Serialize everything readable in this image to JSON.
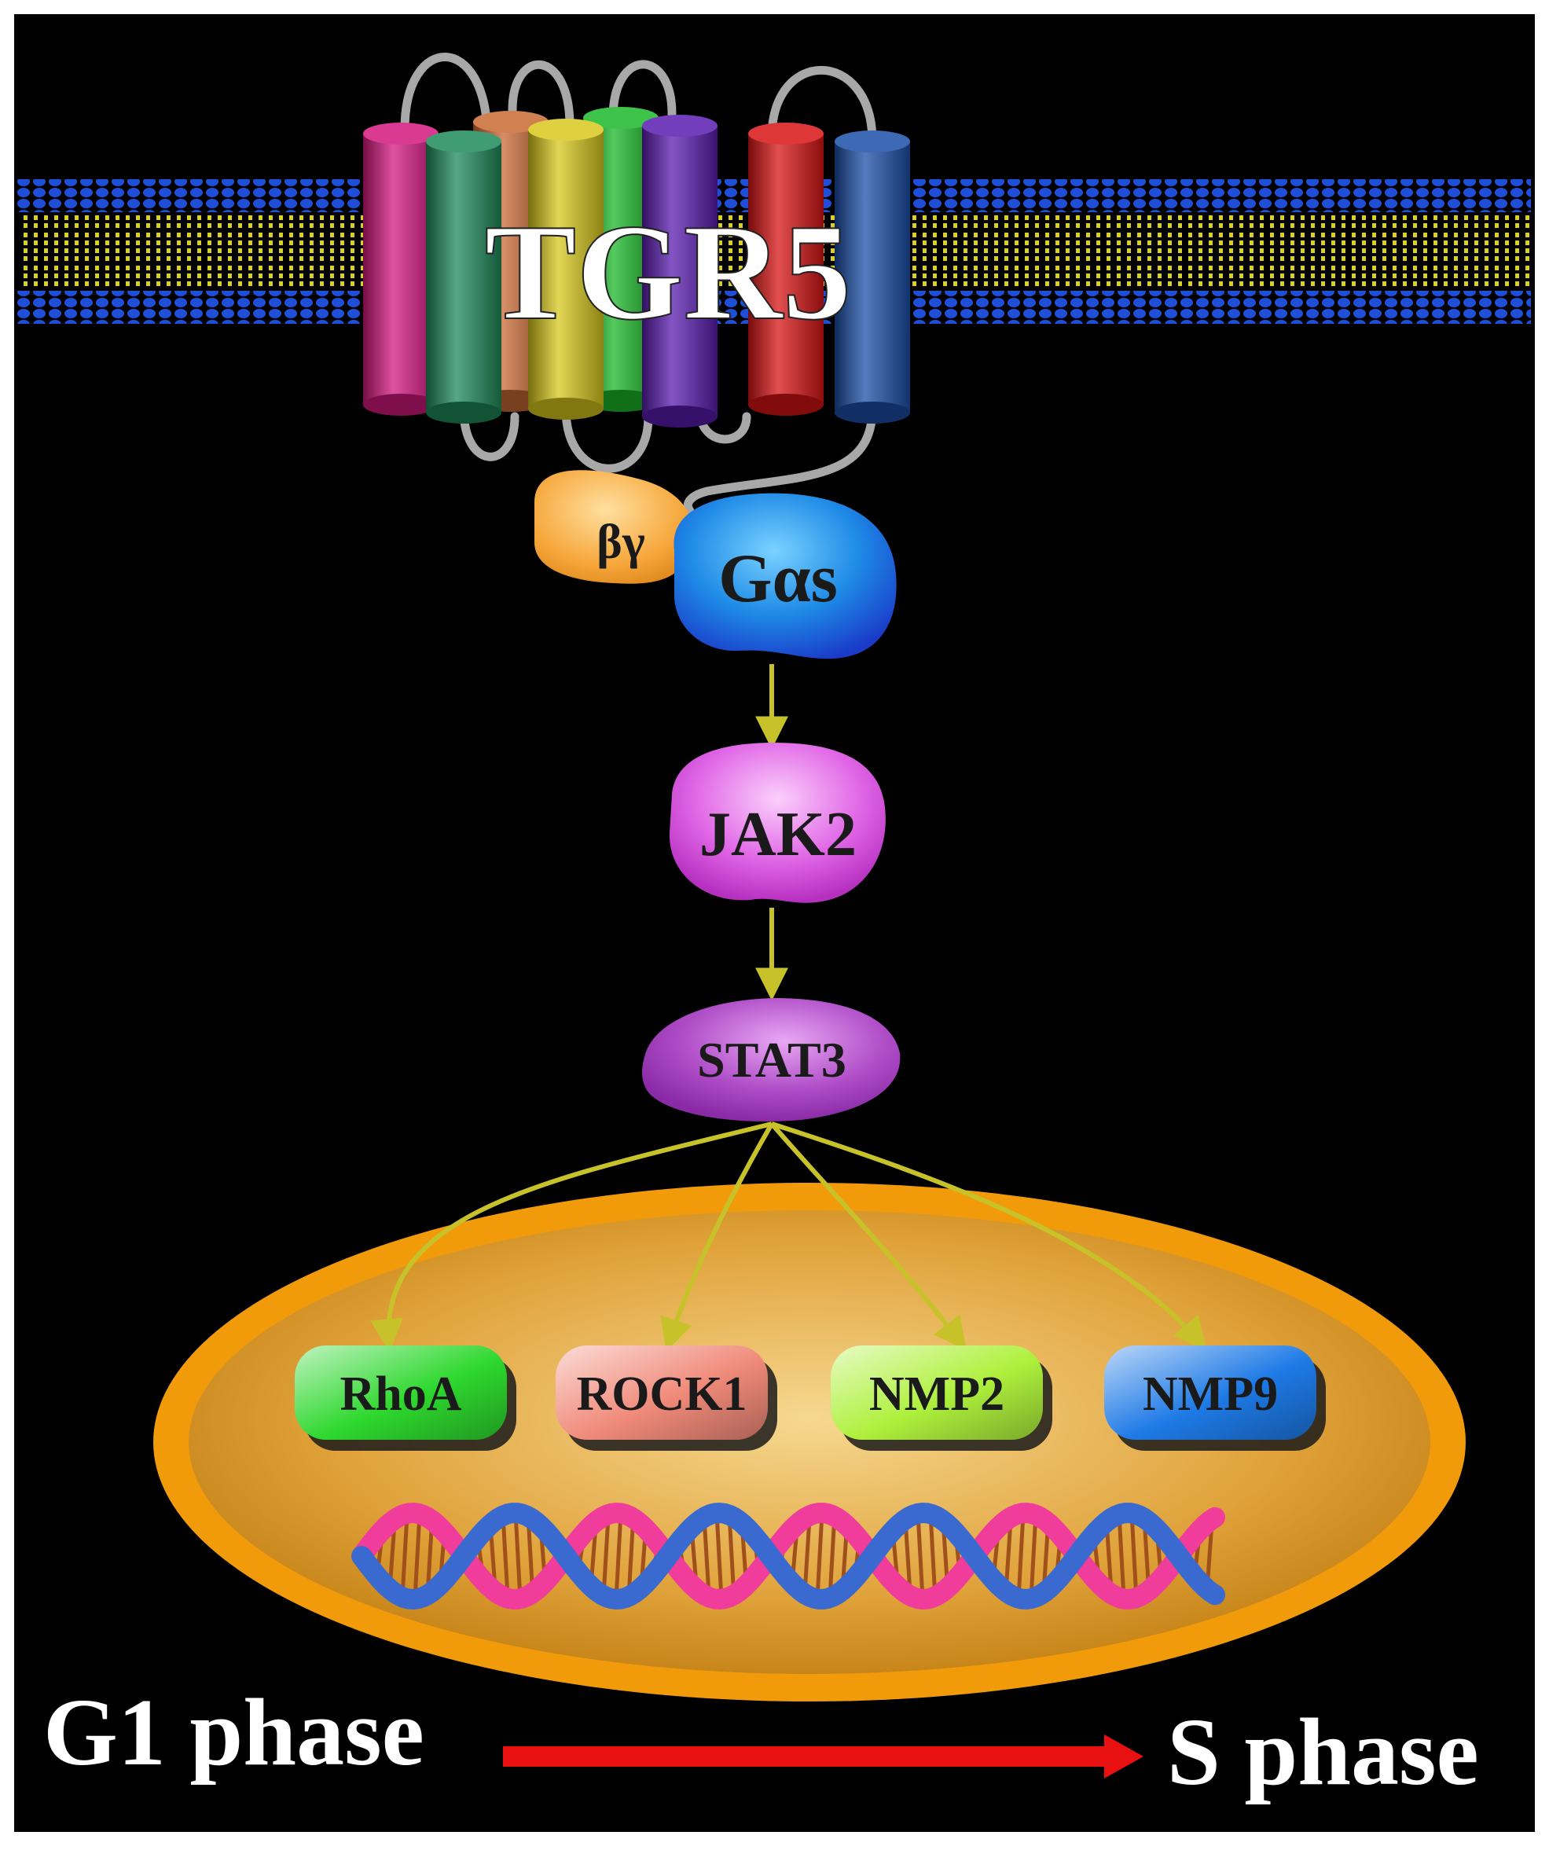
{
  "receptor": {
    "label": "TGR5"
  },
  "g_protein": {
    "beta_gamma": "βγ",
    "alpha_s": "Gαs"
  },
  "kinase": {
    "label": "JAK2"
  },
  "transcription_factor": {
    "label": "STAT3"
  },
  "target_genes": [
    {
      "label": "RhoA"
    },
    {
      "label": "ROCK1"
    },
    {
      "label": "NMP2"
    },
    {
      "label": "NMP9"
    }
  ],
  "cell_cycle": {
    "from": "G1 phase",
    "to": "S phase"
  },
  "colors": {
    "background": "#000000",
    "membrane_head": "#1f4fd8",
    "membrane_tail": "#d9cf2a",
    "helices": [
      "#d4177e",
      "#1e8a5a",
      "#c96a34",
      "#d8c81c",
      "#1cb82a",
      "#5a1cb0",
      "#d81414",
      "#1c4fa8"
    ],
    "beta_gamma": "#f6a63a",
    "alpha_s": "#1e6ee6",
    "jak2": "#e066e6",
    "stat3": "#b04ec8",
    "nucleus": "#f0a010",
    "rhoa": "#2ed82e",
    "rock1": "#f08a7a",
    "nmp2": "#aef03c",
    "nmp9": "#1e7ae6",
    "arrow": "#c8c22a",
    "phase_arrow": "#e81010"
  }
}
